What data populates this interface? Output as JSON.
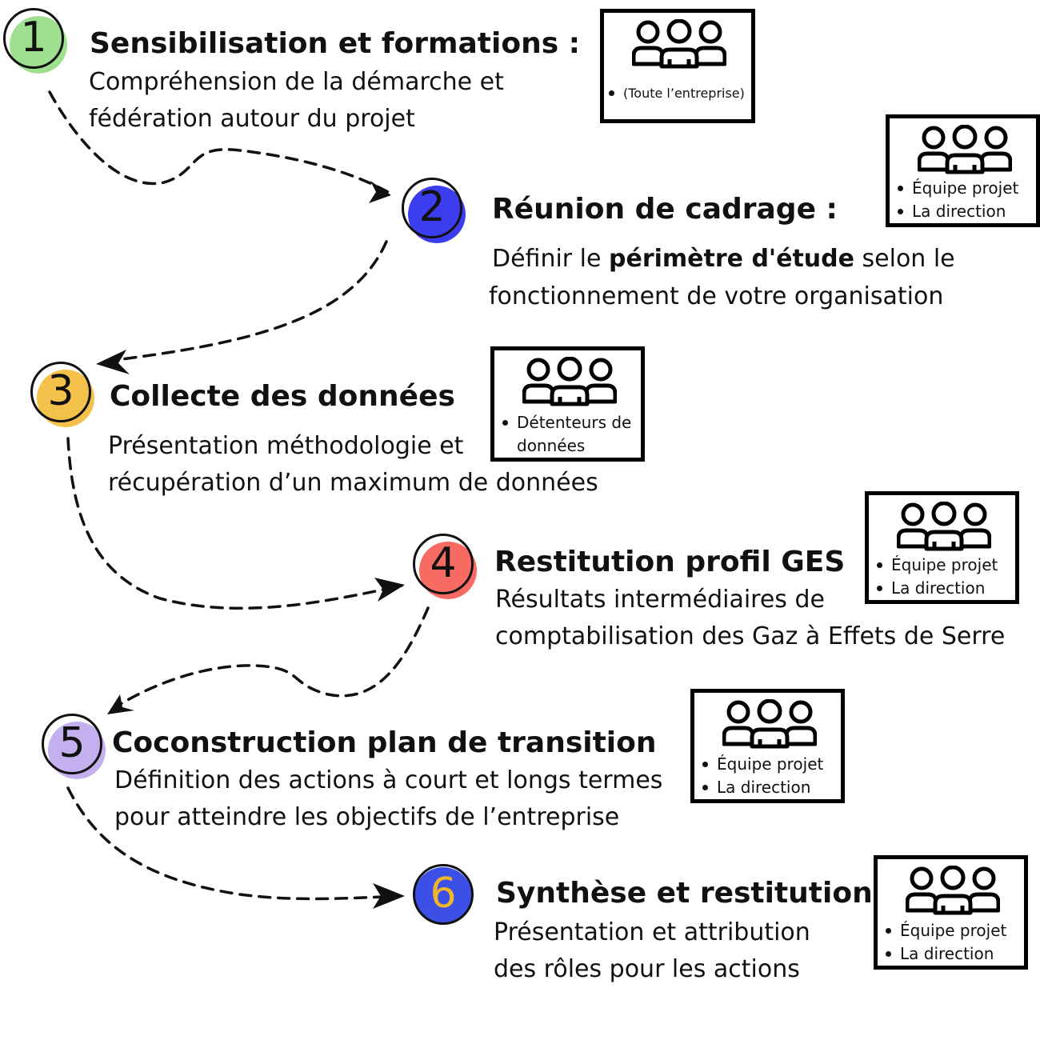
{
  "colors": {
    "step1": "#9fe090",
    "step2": "#3d3df0",
    "step3": "#f4c14a",
    "step4": "#f86b63",
    "step5": "#c4b0ee",
    "step6": "#3c4fe6",
    "step6_digit": "#f0b62a"
  },
  "icons": {
    "group": "people-group-icon"
  },
  "steps": [
    {
      "number": "1",
      "title": "Sensibilisation et formations :",
      "description_lines": [
        "Compréhension de la démarche et",
        "fédération autour du projet"
      ],
      "participants": [
        "(Toute l’entreprise)"
      ]
    },
    {
      "number": "2",
      "title": "Réunion de cadrage :",
      "description_parts": {
        "before": "Définir le ",
        "bold": "périmètre d'étude",
        "after": " selon le"
      },
      "description_line2": "fonctionnement de votre organisation",
      "participants": [
        "Équipe projet",
        "La direction"
      ]
    },
    {
      "number": "3",
      "title": "Collecte des données",
      "description_lines": [
        "Présentation méthodologie et",
        "récupération d’un maximum de données"
      ],
      "participants": [
        "Détenteurs de",
        "données"
      ]
    },
    {
      "number": "4",
      "title": "Restitution profil GES",
      "description_lines": [
        "Résultats intermédiaires de",
        "comptabilisation des Gaz à Effets de Serre"
      ],
      "participants": [
        "Équipe projet",
        "La direction"
      ]
    },
    {
      "number": "5",
      "title": "Coconstruction plan de transition",
      "description_lines": [
        "Définition des actions à court et longs termes",
        "pour atteindre les objectifs de l’entreprise"
      ],
      "participants": [
        "Équipe projet",
        "La direction"
      ]
    },
    {
      "number": "6",
      "title": "Synthèse et restitution",
      "description_lines": [
        "Présentation et attribution",
        "des rôles pour les actions"
      ],
      "participants": [
        "Équipe projet",
        "La direction"
      ]
    }
  ]
}
